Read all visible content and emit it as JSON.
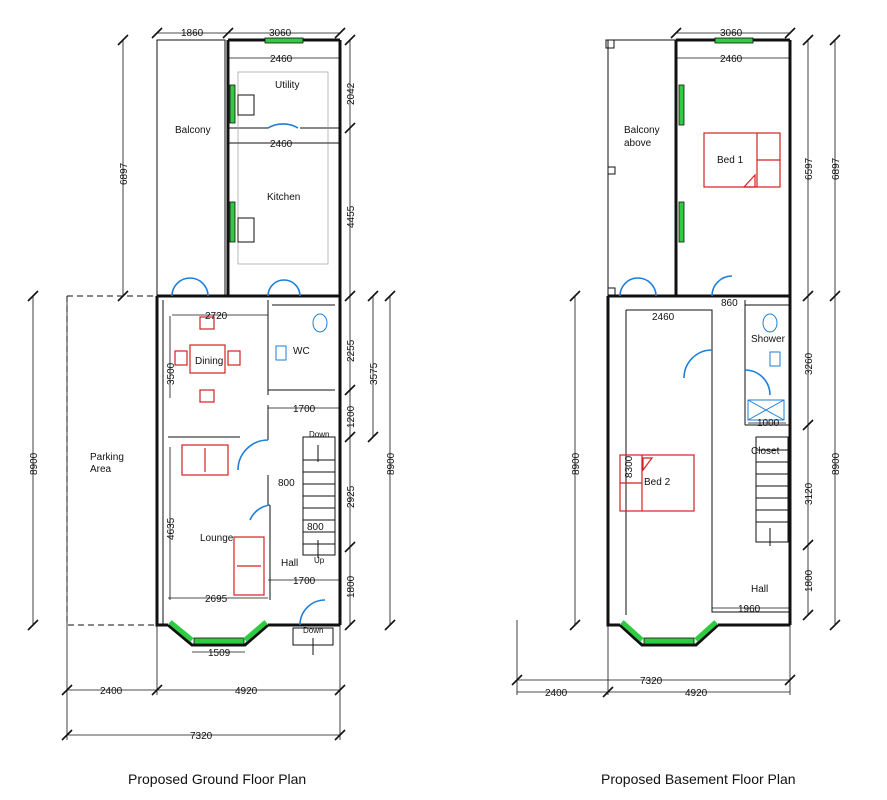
{
  "ground": {
    "title": "Proposed Ground Floor Plan",
    "rooms": {
      "balcony": "Balcony",
      "utility": "Utility",
      "kitchen": "Kitchen",
      "dining": "Dining",
      "wc": "WC",
      "parking": [
        "Parking",
        "Area"
      ],
      "lounge": "Lounge",
      "hall": "Hall"
    },
    "stairs": {
      "down": "Down",
      "up": "Up",
      "down_ext": "Down"
    },
    "dims": {
      "top_left": "1860",
      "top_right": "3060",
      "utility_w": "2460",
      "upper_h": "2042",
      "kitchen_w": "2460",
      "rear_h": "6897",
      "kitchen_h": "4455",
      "dining_w": "2720",
      "dining_h": "3500",
      "wc_h": "2255",
      "side_h": "3575",
      "hall_w1": "1700",
      "h1200": "1200",
      "door800": "800",
      "stair_h": "2925",
      "stair800": "800",
      "lounge_h": "4635",
      "hall_w2": "1700",
      "h1800": "1800",
      "lounge_w": "2695",
      "bay_w": "1509",
      "left_h": "8900",
      "right_h": "8900",
      "parking_w": "2400",
      "house_w": "4920",
      "total_w": "7320"
    }
  },
  "basement": {
    "title": "Proposed Basement Floor Plan",
    "rooms": {
      "balcony": [
        "Balcony",
        "above"
      ],
      "bed1": "Bed 1",
      "shower": "Shower",
      "closet": "Closet",
      "bed2": "Bed 2",
      "hall": "Hall"
    },
    "dims": {
      "top": "3060",
      "inner_w": "2460",
      "rear_h1": "6597",
      "rear_h2": "6897",
      "door860": "860",
      "front_w": "2460",
      "shower_h": "3260",
      "w1000": "1000",
      "stair_h": "3120",
      "bed2_h": "8300",
      "h1800": "1800",
      "hall_w": "1960",
      "left_h": "8900",
      "right_h": "8900",
      "total_w": "7320",
      "left_w": "2400",
      "house_w": "4920"
    }
  }
}
